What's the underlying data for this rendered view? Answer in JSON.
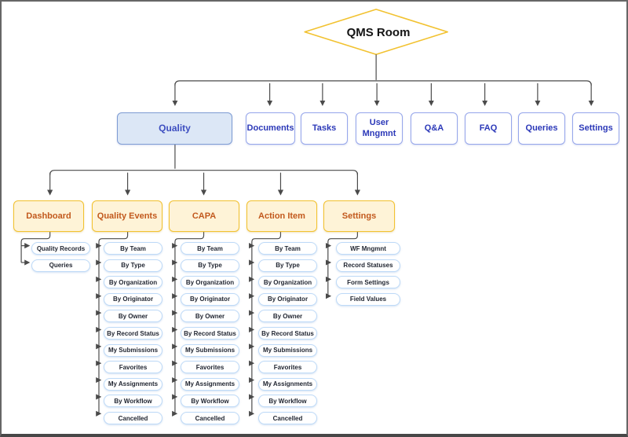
{
  "diagram": {
    "root": {
      "label": "QMS Room"
    },
    "level2": [
      {
        "label": "Quality",
        "highlighted": true
      },
      {
        "label": "Documents"
      },
      {
        "label": "Tasks"
      },
      {
        "label": "User Mngmnt"
      },
      {
        "label": "Q&A"
      },
      {
        "label": "FAQ"
      },
      {
        "label": "Queries"
      },
      {
        "label": "Settings"
      }
    ],
    "level3": [
      {
        "label": "Dashboard",
        "children": [
          "Quality Records",
          "Queries"
        ]
      },
      {
        "label": "Quality Events",
        "children": [
          "By Team",
          "By Type",
          "By Organization",
          "By Originator",
          "By Owner",
          "By Record Status",
          "My Submissions",
          "Favorites",
          "My Assignments",
          "By Workflow",
          "Cancelled"
        ]
      },
      {
        "label": "CAPA",
        "children": [
          "By Team",
          "By Type",
          "By Organization",
          "By Originator",
          "By Owner",
          "By Record Status",
          "My Submissions",
          "Favorites",
          "My Assignments",
          "By Workflow",
          "Cancelled"
        ]
      },
      {
        "label": "Action Item",
        "children": [
          "By Team",
          "By Type",
          "By Organization",
          "By Originator",
          "By Owner",
          "By Record Status",
          "My Submissions",
          "Favorites",
          "My Assignments",
          "By Workflow",
          "Cancelled"
        ]
      },
      {
        "label": "Settings",
        "children": [
          "WF Mngmnt",
          "Record Statuses",
          "Form Settings",
          "Field Values"
        ]
      }
    ]
  },
  "colors": {
    "line": "#4a4a4a",
    "gold_border": "#F2C230",
    "cream_fill": "#FEF3D7",
    "orange_text": "#C2591D",
    "blue_fill": "#DCE7F6",
    "blue_border": "#7E9CD3",
    "indigo_border": "#96A6EB",
    "indigo_text": "#2B38B8",
    "pill_border": "#BEDAF7",
    "pill_text": "#1F2430",
    "diamond_fill": "#FFFFFF",
    "root_text": "#141414"
  }
}
